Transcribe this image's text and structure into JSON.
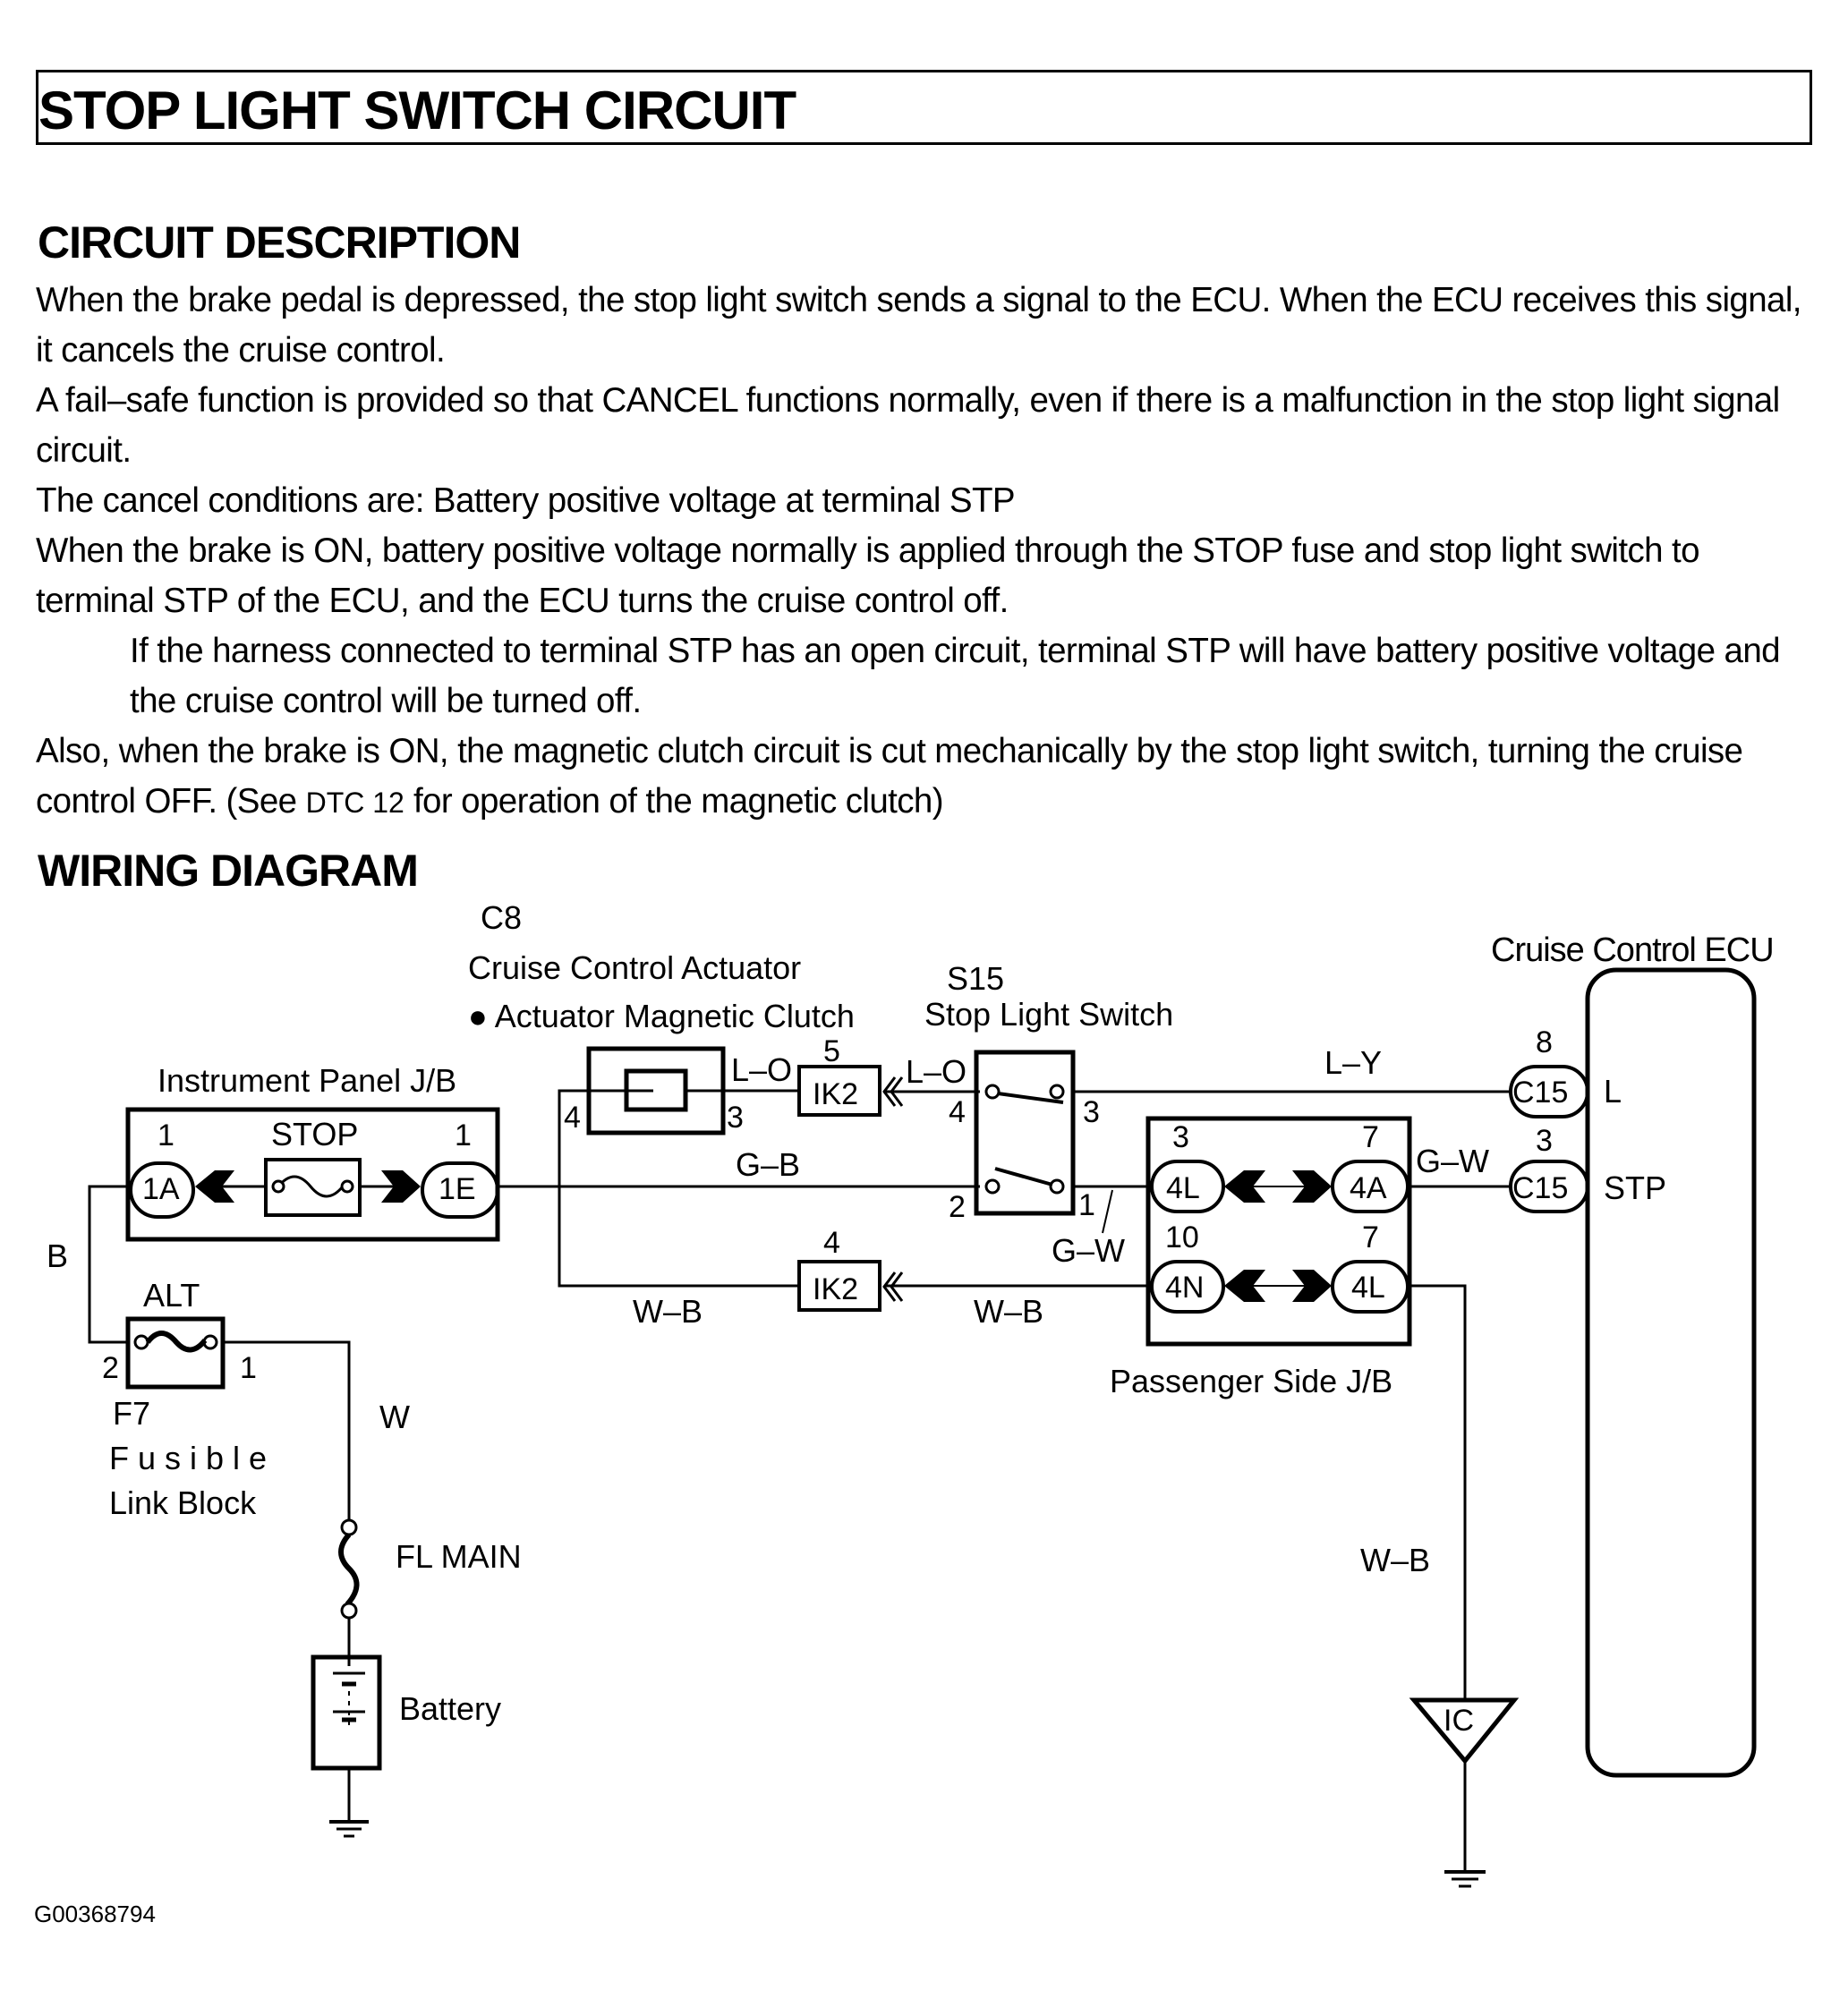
{
  "page_title": "STOP LIGHT SWITCH CIRCUIT",
  "sections": {
    "circuit_description": {
      "heading": "CIRCUIT DESCRIPTION",
      "paragraphs": [
        "When the brake pedal is depressed, the stop light switch sends a signal to the ECU. When the ECU receives this signal, it cancels the cruise control.",
        "A fail–safe function is provided so that CANCEL functions normally, even if there is a malfunction in the stop light signal circuit.",
        "The cancel conditions are: Battery positive voltage at terminal STP",
        "When the brake is ON, battery positive voltage normally is applied through the STOP fuse and stop light switch to terminal STP of the ECU, and the ECU turns the cruise control off.",
        "If the harness connected to terminal STP has an open circuit, terminal STP will have battery positive voltage and the cruise control will be turned off."
      ],
      "last_paragraph": {
        "before_ref": "Also, when the brake is ON, the magnetic clutch circuit  is cut mechanically by the stop light switch, turning the cruise control OFF. (See ",
        "ref": "DTC 12",
        "after_ref": " for operation of the magnetic clutch)"
      }
    },
    "wiring_diagram": {
      "heading": "WIRING DIAGRAM"
    }
  },
  "diagram": {
    "components": {
      "actuator": {
        "code": "C8",
        "name": "Cruise Control Actuator",
        "sub": "● Actuator Magnetic Clutch",
        "pin_left": "4",
        "pin_right": "3"
      },
      "stop_switch": {
        "code": "S15",
        "name": "Stop Light Switch",
        "pins": [
          "4",
          "3",
          "2",
          "1"
        ]
      },
      "ecu": {
        "name": "Cruise Control ECU",
        "terminals": [
          "L",
          "STP"
        ]
      },
      "ip_jb": {
        "name": "Instrument Panel J/B",
        "fuse": "STOP",
        "connectors": [
          {
            "id": "1A",
            "pin": "1"
          },
          {
            "id": "1E",
            "pin": "1"
          }
        ]
      },
      "passenger_jb": {
        "name": "Passenger Side J/B",
        "connectors": [
          {
            "id": "4L",
            "pin": "3"
          },
          {
            "id": "4A",
            "pin": "7"
          },
          {
            "id": "4N",
            "pin": "10"
          },
          {
            "id": "4L",
            "pin": "7"
          }
        ]
      },
      "fusible_link": {
        "code": "F7",
        "name_line1": "F u s i b l e",
        "name_line2": "Link Block",
        "fuse": "ALT",
        "pin_left": "2",
        "pin_right": "1"
      },
      "fl_main": "FL MAIN",
      "battery": "Battery",
      "ground_point": "IC",
      "ik2_top": {
        "id": "IK2",
        "pin": "5"
      },
      "ik2_bottom": {
        "id": "IK2",
        "pin": "4"
      },
      "c15_top": {
        "id": "C15",
        "pin": "8"
      },
      "c15_bottom": {
        "id": "C15",
        "pin": "3"
      }
    },
    "wires": {
      "l_o_1": "L–O",
      "l_o_2": "L–O",
      "l_y": "L–Y",
      "g_b": "G–B",
      "g_w_1": "G–W",
      "g_w_2": "G–W",
      "w_b_1": "W–B",
      "w_b_2": "W–B",
      "w_b_3": "W–B",
      "b": "B",
      "w": "W"
    }
  },
  "footer_code": "G00368794"
}
